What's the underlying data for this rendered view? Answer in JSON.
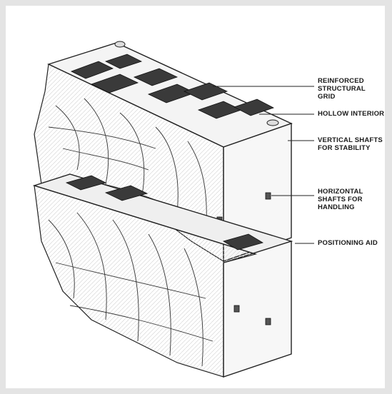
{
  "callouts": [
    {
      "id": "reinforced-grid",
      "text": "REINFORCED\nSTRUCTURAL GRID"
    },
    {
      "id": "hollow-interior",
      "text": "HOLLOW INTERIOR"
    },
    {
      "id": "vertical-shafts",
      "text": "VERTICAL SHAFTS\nFOR STABILITY"
    },
    {
      "id": "horizontal-shafts",
      "text": "HORIZONTAL\nSHAFTS FOR\nHANDLING"
    },
    {
      "id": "positioning-aid",
      "text": "POSITIONING AID"
    }
  ],
  "colors": {
    "background": "#e4e4e4",
    "panel": "#ffffff",
    "block_face": "#f2f2f2",
    "block_side": "#e0e0e0",
    "ink": "#1a1a1a"
  }
}
